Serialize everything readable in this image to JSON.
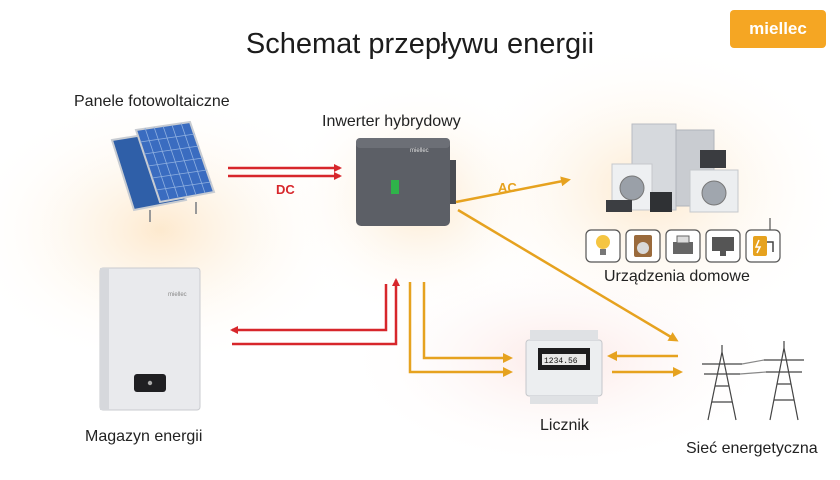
{
  "title": "Schemat przepływu energii",
  "logo": "miellec",
  "nodes": {
    "panels": "Panele fotowoltaiczne",
    "inverter": "Inwerter hybrydowy",
    "appliances": "Urządzenia domowe",
    "storage": "Magazyn energii",
    "meter": "Licznik",
    "grid": "Sieć energetyczna"
  },
  "flows": {
    "dc": "DC",
    "ac": "AC"
  },
  "device_brand": "miellec",
  "meter_display": "1234.56",
  "colors": {
    "dc": "#d7262b",
    "ac": "#e6a21f",
    "accent": "#f5a623"
  },
  "appliance_icons": [
    "bulb-icon",
    "washer-icon",
    "printer-icon",
    "monitor-icon",
    "ev-charger-icon"
  ]
}
